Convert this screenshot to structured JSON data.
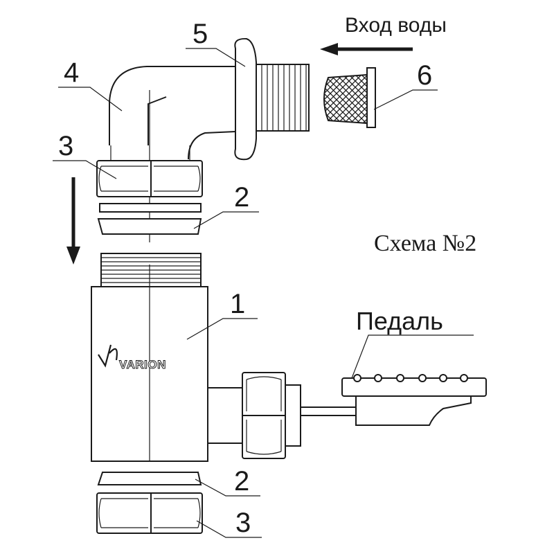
{
  "labels": {
    "water_inlet": "Вход воды",
    "scheme": "Схема №2",
    "pedal": "Педаль",
    "brand": "VARION"
  },
  "callouts": {
    "n1": "1",
    "n2_top": "2",
    "n2_bottom": "2",
    "n3_top": "3",
    "n3_bottom": "3",
    "n4": "4",
    "n5": "5",
    "n6": "6"
  }
}
